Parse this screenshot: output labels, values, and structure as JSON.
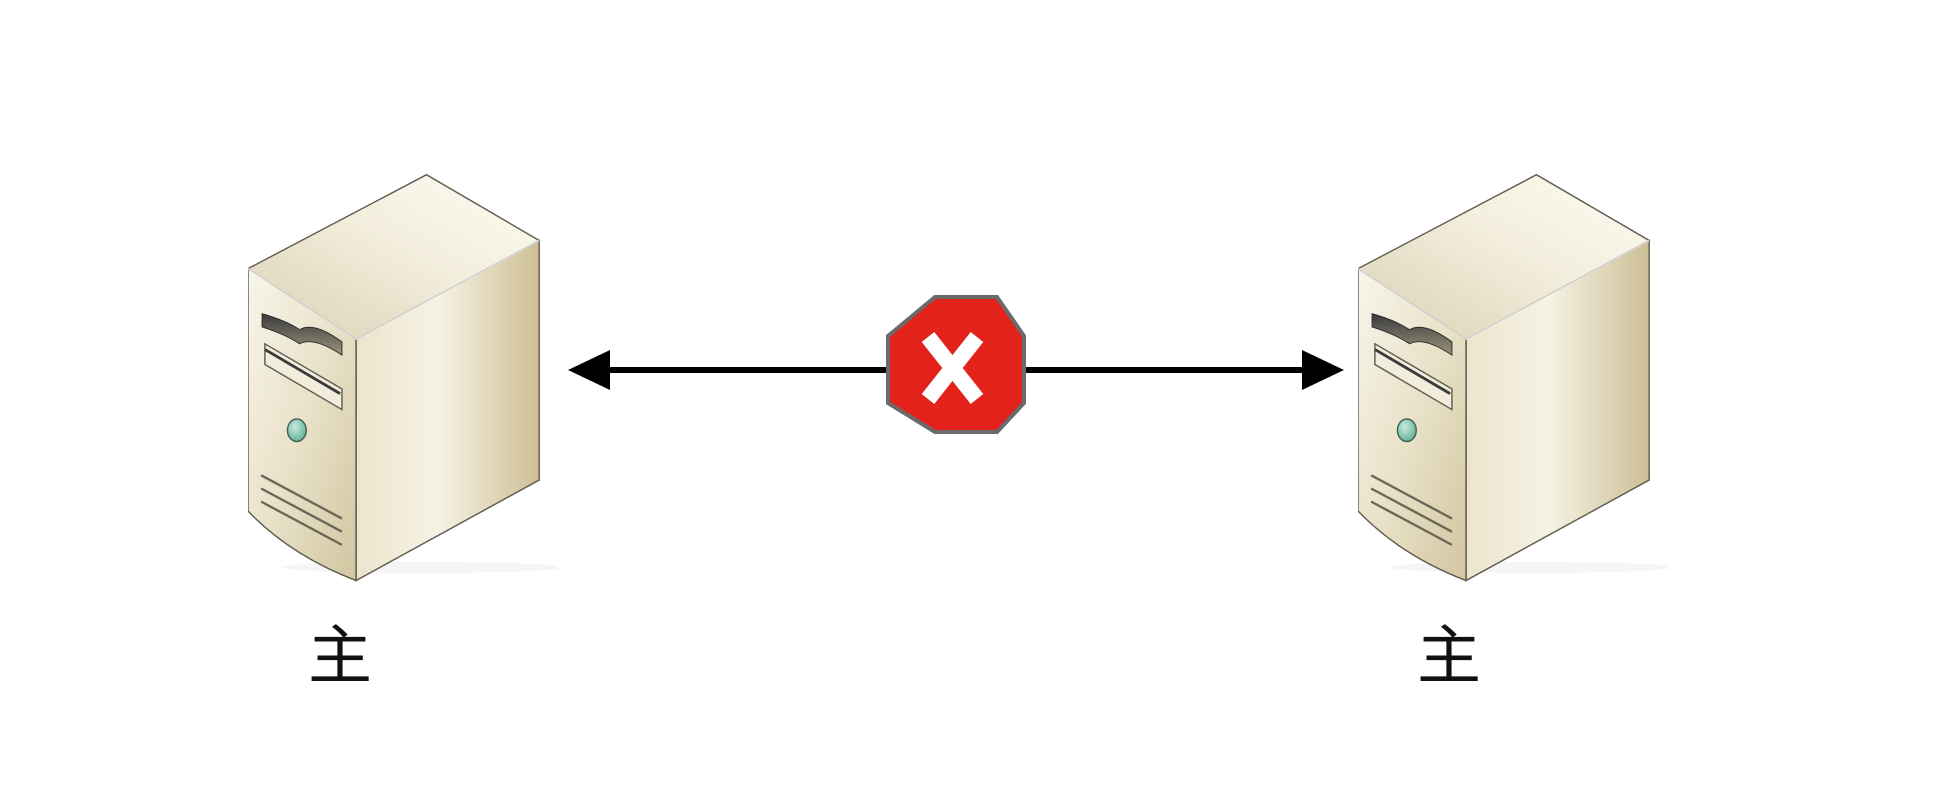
{
  "diagram": {
    "nodes": [
      {
        "id": "server-left",
        "kind": "server",
        "icon": "server-tower-icon",
        "label": "主"
      },
      {
        "id": "server-right",
        "kind": "server",
        "icon": "server-tower-icon",
        "label": "主"
      }
    ],
    "connection": {
      "from": "server-left",
      "to": "server-right",
      "direction": "bidirectional",
      "status": "blocked",
      "status_icon": "stop-x-icon"
    }
  },
  "colors": {
    "arrow": "#000000",
    "stop_fill": "#e3231b",
    "stop_border": "#6a6a6a",
    "stop_x": "#ffffff",
    "server_body": "#e6dfc8",
    "server_led": "#7cc0a6",
    "background": "#ffffff"
  }
}
